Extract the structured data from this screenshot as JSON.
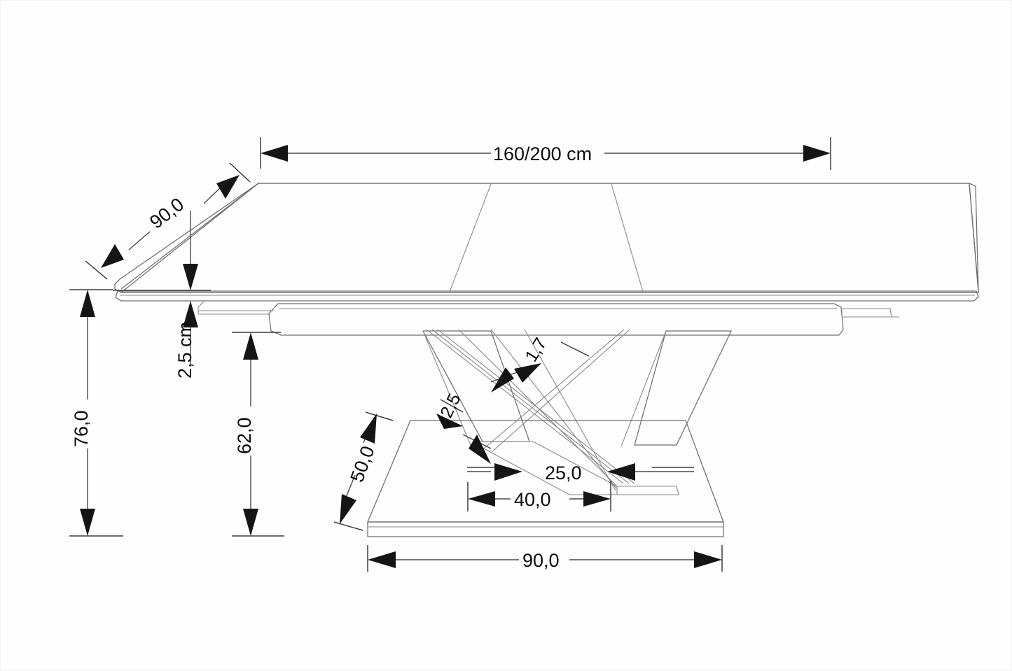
{
  "drawing": {
    "title": "Extendable dining table — dimensioned side/perspective view",
    "units_note": "cm",
    "background_color": "#fefefe",
    "line_color": "#6e6e6e",
    "dimension_color": "#151515"
  },
  "dimensions": {
    "top_width": "160/200 cm",
    "depth": "90,0",
    "top_thickness": "2,5 cm",
    "total_height": "76,0",
    "base_height": "62,0",
    "base_depth": "50,0",
    "column_cross_thin": "1,7",
    "column_cross_thick": "2,5",
    "column_inner_width": "25,0",
    "column_outer_width": "40,0",
    "base_plate_width": "90,0"
  },
  "labels": [
    {
      "id": "top-width",
      "text": "160/200 cm",
      "kind": "horizontal"
    },
    {
      "id": "depth",
      "text": "90,0",
      "kind": "diagonal"
    },
    {
      "id": "top-thickness",
      "text": "2,5 cm",
      "kind": "vertical"
    },
    {
      "id": "total-height",
      "text": "76,0",
      "kind": "vertical"
    },
    {
      "id": "base-height",
      "text": "62,0",
      "kind": "vertical"
    },
    {
      "id": "base-depth",
      "text": "50,0",
      "kind": "diagonal"
    },
    {
      "id": "cross-thin",
      "text": "1,7",
      "kind": "diagonal"
    },
    {
      "id": "cross-thick",
      "text": "2,5",
      "kind": "diagonal"
    },
    {
      "id": "column-inner",
      "text": "25,0",
      "kind": "horizontal"
    },
    {
      "id": "column-outer",
      "text": "40,0",
      "kind": "horizontal"
    },
    {
      "id": "base-plate",
      "text": "90,0",
      "kind": "horizontal"
    }
  ]
}
